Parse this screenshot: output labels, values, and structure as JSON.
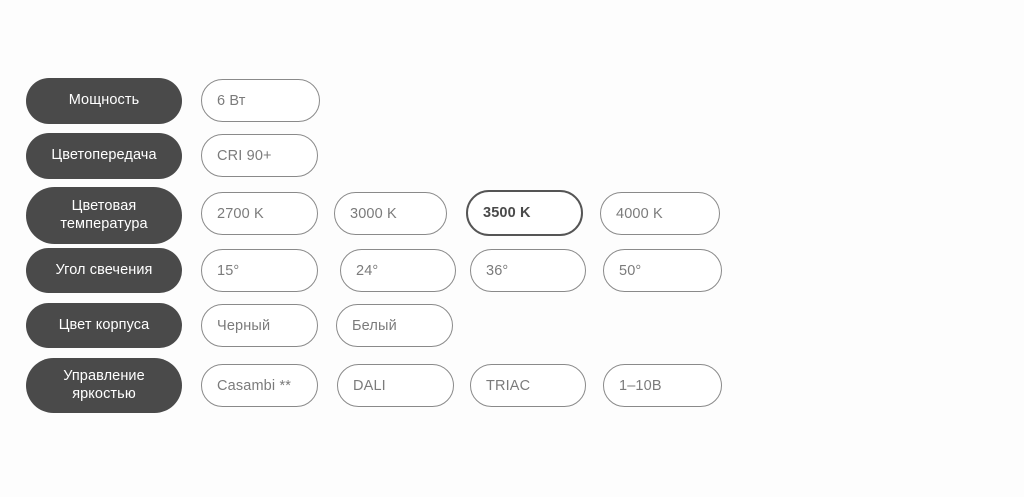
{
  "colors": {
    "label_pill_bg": "#4a4a4a",
    "label_pill_text": "#ffffff",
    "option_border": "#8a8a8a",
    "option_text": "#7b7b7b",
    "option_selected_border": "#555555",
    "option_selected_text": "#4a4a4a",
    "page_background": "#fdfdfd"
  },
  "spec_sheet": {
    "rows": [
      {
        "key": "power",
        "label": "Мощность",
        "options": [
          {
            "value": "6 Вт",
            "selected": false
          }
        ]
      },
      {
        "key": "cri",
        "label": "Цветопередача",
        "options": [
          {
            "value": "CRI 90+",
            "selected": false
          }
        ]
      },
      {
        "key": "cct",
        "label": "Цветовая\nтемпература",
        "options": [
          {
            "value": "2700 K",
            "selected": false
          },
          {
            "value": "3000 K",
            "selected": false
          },
          {
            "value": "3500 K",
            "selected": true
          },
          {
            "value": "4000 K",
            "selected": false
          }
        ]
      },
      {
        "key": "beam",
        "label": "Угол свечения",
        "options": [
          {
            "value": "15°",
            "selected": false
          },
          {
            "value": "24°",
            "selected": false
          },
          {
            "value": "36°",
            "selected": false
          },
          {
            "value": "50°",
            "selected": false
          }
        ]
      },
      {
        "key": "body",
        "label": "Цвет корпуса",
        "options": [
          {
            "value": "Черный",
            "selected": false
          },
          {
            "value": "Белый",
            "selected": false
          }
        ]
      },
      {
        "key": "dim",
        "label": "Управление\nяркостью",
        "options": [
          {
            "value": "Casambi **",
            "selected": false
          },
          {
            "value": "DALI",
            "selected": false
          },
          {
            "value": "TRIAC",
            "selected": false
          },
          {
            "value": "1–10В",
            "selected": false
          }
        ]
      }
    ]
  }
}
